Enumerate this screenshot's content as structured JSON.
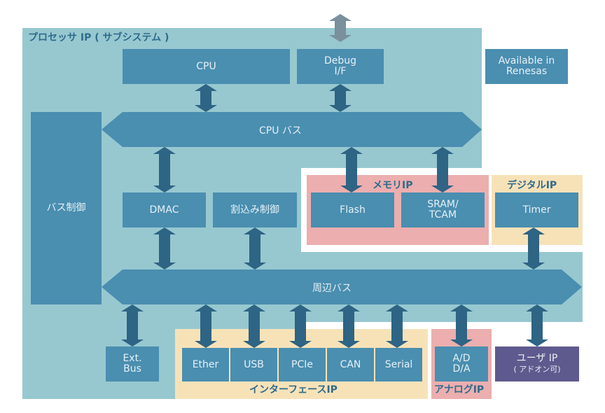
{
  "regions": {
    "processor": {
      "label": "プロセッサ IP ( サブシステム )",
      "color": "#97c8d0"
    },
    "memory": {
      "label": "メモリIP",
      "color": "#ecaeae"
    },
    "digital": {
      "label": "デジタルIP",
      "color": "#f7e2b8"
    },
    "interface": {
      "label": "インターフェースIP",
      "color": "#f7e2b8"
    },
    "analog": {
      "label": "アナログIP",
      "color": "#ecaeae"
    }
  },
  "blocks": {
    "cpu": "CPU",
    "debug_line1": "Debug",
    "debug_line2": "I/F",
    "available_line1": "Available in",
    "available_line2": "Renesas",
    "bus_control": "バス制御",
    "dmac": "DMAC",
    "interrupt": "割込み制御",
    "flash": "Flash",
    "sram_line1": "SRAM/",
    "sram_line2": "TCAM",
    "timer": "Timer",
    "ext_line1": "Ext.",
    "ext_line2": "Bus",
    "ether": "Ether",
    "usb": "USB",
    "pcie": "PCIe",
    "can": "CAN",
    "serial": "Serial",
    "ad_line1": "A/D",
    "ad_line2": "D/A",
    "user_line1": "ユーザ IP",
    "user_line2": "( アドオン可)"
  },
  "buses": {
    "cpu_bus": "CPU バス",
    "peripheral_bus": "周辺バス"
  },
  "colors": {
    "block": "#4a8eb0",
    "arrow": "#2e6484",
    "external_arrow": "#7a909c",
    "user_ip": "#5f5a8e",
    "processor_bg": "#97c8d0"
  }
}
